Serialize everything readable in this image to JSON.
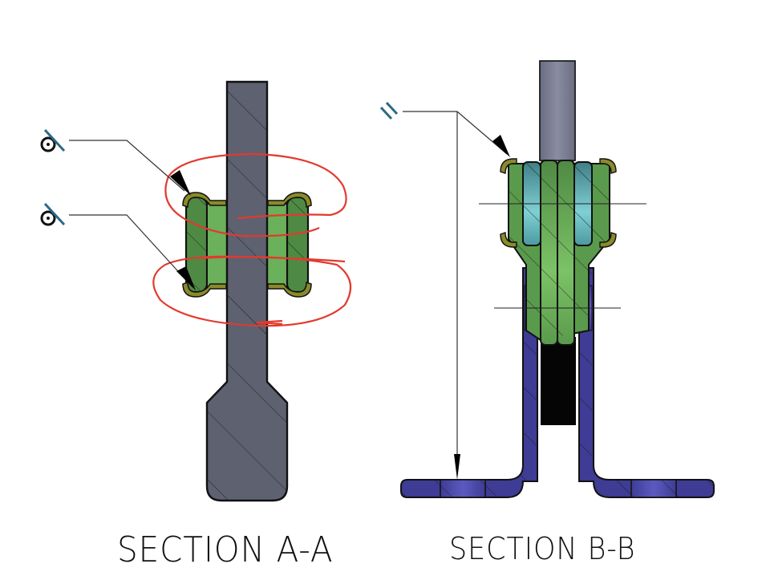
{
  "drawing": {
    "sections": [
      {
        "id": "A",
        "label": "SECTION A-A",
        "annotations": [
          {
            "symbol": "concentricity-icon",
            "kind": "gdt-concentricity"
          },
          {
            "symbol": "concentricity-icon",
            "kind": "gdt-concentricity"
          }
        ],
        "markup": "red freehand circles around top and bottom crimp edges"
      },
      {
        "id": "B",
        "label": "SECTION B-B",
        "annotations": [
          {
            "symbol": "parallelism-icon",
            "kind": "gdt-parallelism"
          }
        ]
      }
    ],
    "colors": {
      "shaft": "#5d6170",
      "shaft_light": "#7a7e90",
      "green_dark": "#4e8a44",
      "green_light": "#6bb05a",
      "cyan": "#5fa6a8",
      "olive": "#8a8a2a",
      "blue_bracket": "#3e3c94",
      "blue_light": "#5654b8",
      "black_insert": "#050505",
      "markup_red": "#e23a2e",
      "gdt_symbol": "#2a6a86",
      "outline": "#111111"
    }
  }
}
